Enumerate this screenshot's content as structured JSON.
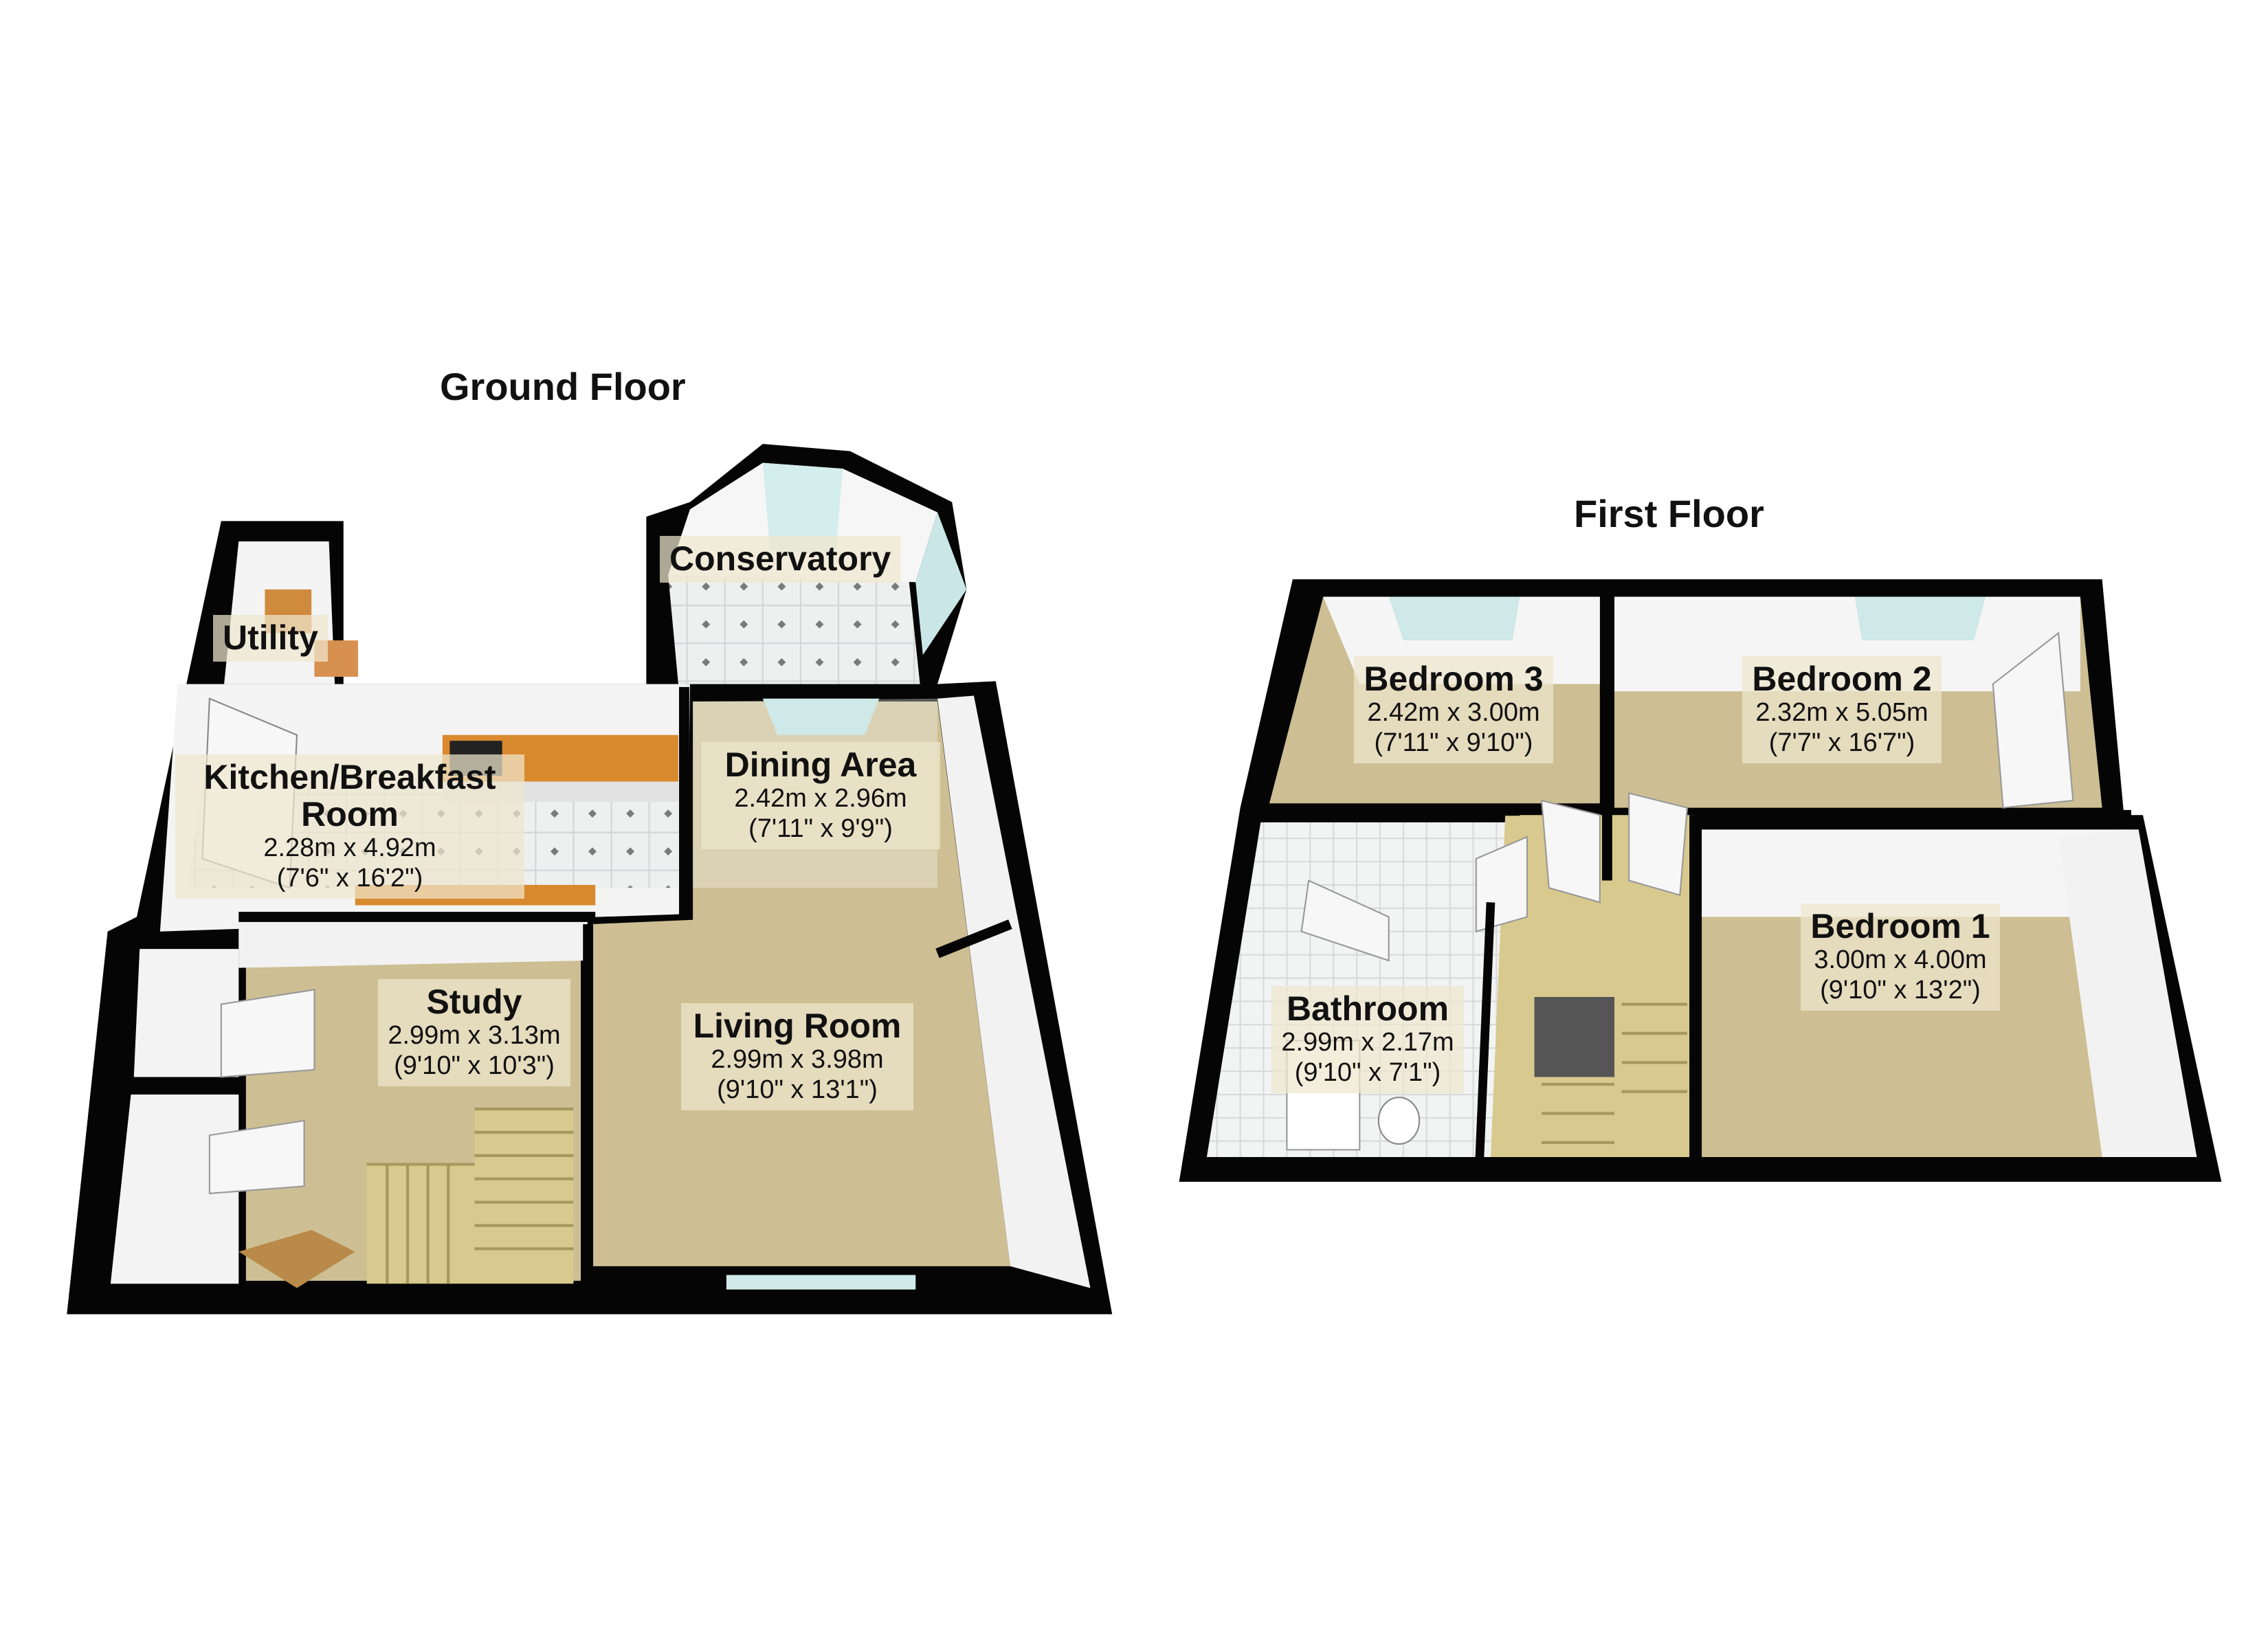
{
  "floors": {
    "ground": {
      "title": "Ground Floor"
    },
    "first": {
      "title": "First Floor"
    }
  },
  "rooms": {
    "conservatory": {
      "name": "Conservatory"
    },
    "utility": {
      "name": "Utility"
    },
    "kitchen": {
      "name": "Kitchen/Breakfast Room",
      "metric": "2.28m x 4.92m",
      "imperial": "(7'6\" x 16'2\")"
    },
    "dining": {
      "name": "Dining Area",
      "metric": "2.42m x 2.96m",
      "imperial": "(7'11\" x 9'9\")"
    },
    "study": {
      "name": "Study",
      "metric": "2.99m x 3.13m",
      "imperial": "(9'10\" x 10'3\")"
    },
    "living": {
      "name": "Living Room",
      "metric": "2.99m x 3.98m",
      "imperial": "(9'10\" x 13'1\")"
    },
    "bedroom3": {
      "name": "Bedroom 3",
      "metric": "2.42m x 3.00m",
      "imperial": "(7'11\" x 9'10\")"
    },
    "bedroom2": {
      "name": "Bedroom 2",
      "metric": "2.32m x 5.05m",
      "imperial": "(7'7\" x 16'7\")"
    },
    "bedroom1": {
      "name": "Bedroom 1",
      "metric": "3.00m x 4.00m",
      "imperial": "(9'10\" x 13'2\")"
    },
    "bathroom": {
      "name": "Bathroom",
      "metric": "2.99m x 2.17m",
      "imperial": "(9'10\" x 7'1\")"
    }
  },
  "colors": {
    "wall": "#050505",
    "carpet": "#cdbf93",
    "wall_face": "#f4f4f4",
    "tile": "#e9ecec",
    "worktop": "#d9892e",
    "glass": "#bfe3e3",
    "stair": "#d8c98e"
  }
}
